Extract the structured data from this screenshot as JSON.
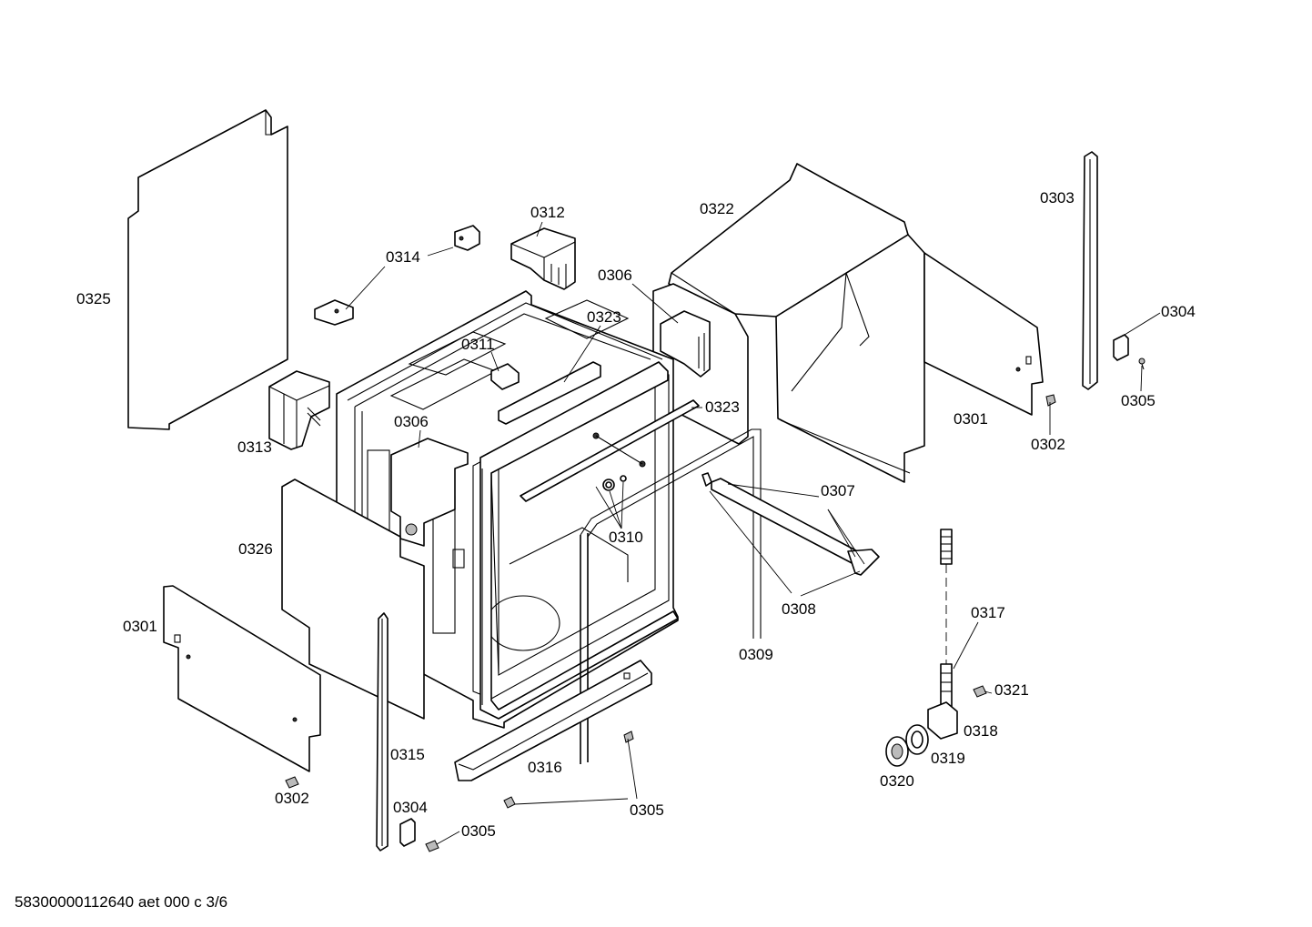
{
  "diagram": {
    "parts": [
      {
        "id": "p0325",
        "label": "0325"
      },
      {
        "id": "p0314",
        "label": "0314"
      },
      {
        "id": "p0312",
        "label": "0312"
      },
      {
        "id": "p0322",
        "label": "0322"
      },
      {
        "id": "p0303",
        "label": "0303"
      },
      {
        "id": "p0306a",
        "label": "0306"
      },
      {
        "id": "p0323a",
        "label": "0323"
      },
      {
        "id": "p0311",
        "label": "0311"
      },
      {
        "id": "p0304a",
        "label": "0304"
      },
      {
        "id": "p0323b",
        "label": "0323"
      },
      {
        "id": "p0305a",
        "label": "0305"
      },
      {
        "id": "p0313",
        "label": "0313"
      },
      {
        "id": "p0306b",
        "label": "0306"
      },
      {
        "id": "p0301a",
        "label": "0301"
      },
      {
        "id": "p0302a",
        "label": "0302"
      },
      {
        "id": "p0307",
        "label": "0307"
      },
      {
        "id": "p0310",
        "label": "0310"
      },
      {
        "id": "p0326",
        "label": "0326"
      },
      {
        "id": "p0308",
        "label": "0308"
      },
      {
        "id": "p0317",
        "label": "0317"
      },
      {
        "id": "p0301b",
        "label": "0301"
      },
      {
        "id": "p0309",
        "label": "0309"
      },
      {
        "id": "p0321",
        "label": "0321"
      },
      {
        "id": "p0318",
        "label": "0318"
      },
      {
        "id": "p0315",
        "label": "0315"
      },
      {
        "id": "p0319",
        "label": "0319"
      },
      {
        "id": "p0316",
        "label": "0316"
      },
      {
        "id": "p0320",
        "label": "0320"
      },
      {
        "id": "p0302b",
        "label": "0302"
      },
      {
        "id": "p0304b",
        "label": "0304"
      },
      {
        "id": "p0305b",
        "label": "0305"
      },
      {
        "id": "p0305c",
        "label": "0305"
      }
    ],
    "caption": "58300000112640 aet 000 c 3/6"
  }
}
